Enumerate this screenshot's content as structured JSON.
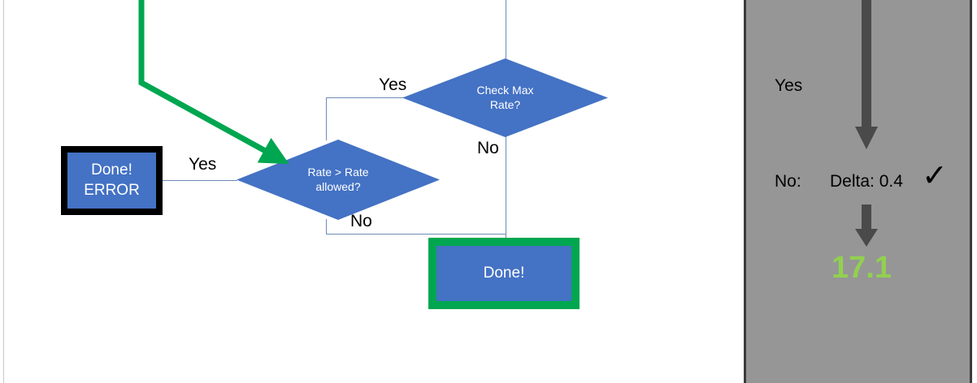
{
  "canvas": {
    "background": "#ffffff",
    "shape_fill": "#4472C4",
    "connector_color": "#6E8AB7",
    "highlight_green": "#00A650",
    "panel_background": "#969696",
    "panel_border": "#3b3b3b",
    "value_green": "#92D050",
    "arrow_grey": "#4a4a4a"
  },
  "flowchart": {
    "nodes": [
      {
        "id": "done-error",
        "type": "process",
        "label_line1": "Done!",
        "label_line2": "ERROR",
        "outline": "black"
      },
      {
        "id": "rate-gt-rate",
        "type": "decision",
        "label_line1": "Rate > Rate",
        "label_line2": "allowed?"
      },
      {
        "id": "check-max-rate",
        "type": "decision",
        "label_line1": "Check Max",
        "label_line2": "Rate?"
      },
      {
        "id": "done",
        "type": "process",
        "label_line1": "Done!",
        "outline": "green"
      }
    ],
    "edge_labels": {
      "check_max_yes": "Yes",
      "check_max_no": "No",
      "rate_yes": "Yes",
      "rate_no": "No"
    }
  },
  "panel": {
    "yes_label": "Yes",
    "no_label": "No:",
    "delta_label": "Delta: 0.4",
    "check_glyph": "✓",
    "result_value": "17.1"
  }
}
